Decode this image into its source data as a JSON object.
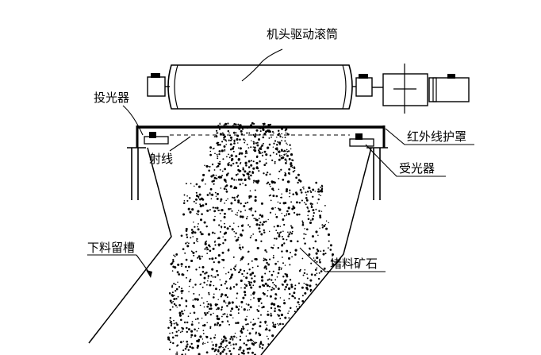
{
  "labels": {
    "drive_drum": "机头驱动滚筒",
    "emitter": "投光器",
    "beam": "射线",
    "ir_cover": "红外线护罩",
    "receiver": "受光器",
    "chute": "下料留槽",
    "blocked_ore": "堵料矿石"
  },
  "colors": {
    "line": "#000000",
    "background": "#ffffff"
  }
}
